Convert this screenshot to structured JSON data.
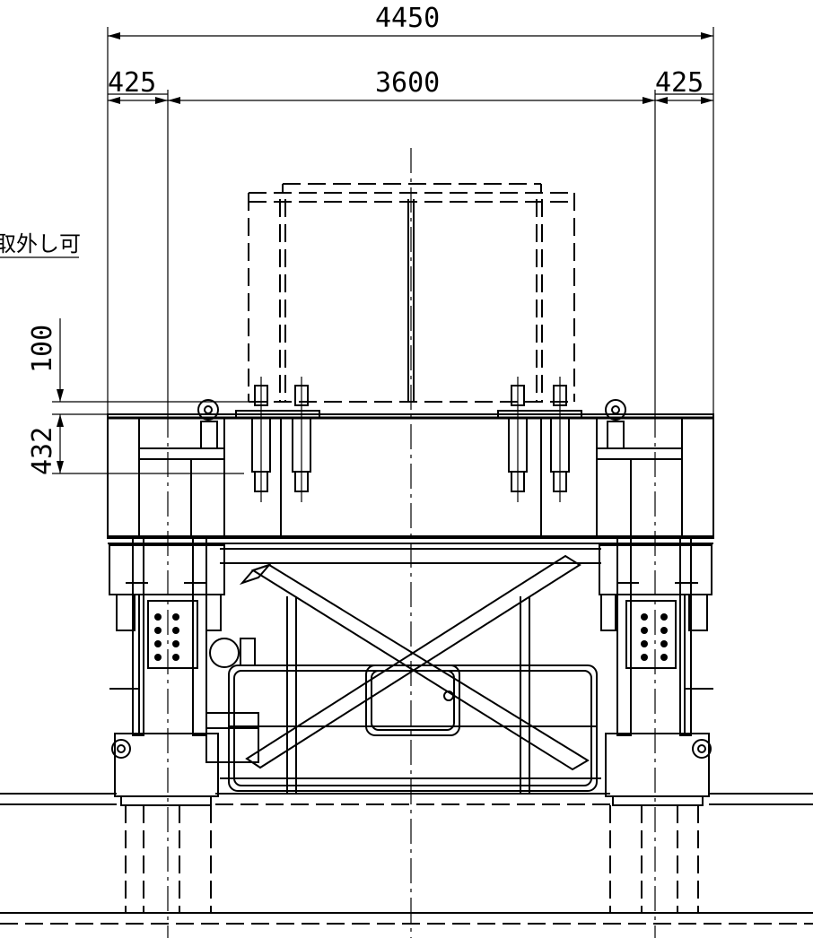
{
  "drawing": {
    "note": "取外し可",
    "dimensions": {
      "overall_width": "4450",
      "left_offset": "425",
      "center_span": "3600",
      "right_offset": "425",
      "upper_gap": "100",
      "frame_height": "432"
    }
  }
}
